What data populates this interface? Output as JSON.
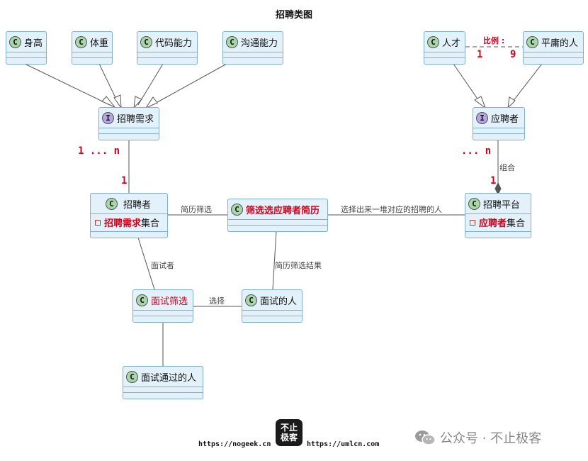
{
  "title": "招聘类图",
  "classes": {
    "height": {
      "badge": "C",
      "label": "身高"
    },
    "weight": {
      "badge": "C",
      "label": "体重"
    },
    "coding": {
      "badge": "C",
      "label": "代码能力"
    },
    "communication": {
      "badge": "C",
      "label": "沟通能力"
    },
    "requirement": {
      "badge": "I",
      "label": "招聘需求"
    },
    "talent": {
      "badge": "C",
      "label": "人才"
    },
    "mediocre": {
      "badge": "C",
      "label": "平庸的人"
    },
    "applicant": {
      "badge": "I",
      "label": "应聘者"
    },
    "recruiter": {
      "badge": "C",
      "label": "招聘者",
      "attr_red": "招聘需求",
      "attr_rest": "集合"
    },
    "screening": {
      "badge": "C",
      "label": "筛选选应聘者简历"
    },
    "platform": {
      "badge": "C",
      "label": "招聘平台",
      "attr_red": "应聘者",
      "attr_rest": "集合"
    },
    "interview_screen": {
      "badge": "C",
      "label": "面试筛选"
    },
    "interviewee": {
      "badge": "C",
      "label": "面试的人"
    },
    "passed": {
      "badge": "C",
      "label": "面试通过的人"
    }
  },
  "multiplicities": {
    "req_top": "1 ... n",
    "req_bottom": "1",
    "app_top": "... n",
    "app_bottom": "1",
    "ratio_left": "1",
    "ratio_right": "9"
  },
  "edge_labels": {
    "ratio": "比例 :",
    "composition": "组合",
    "resume_screen": "简历筛选",
    "select_out": "选择出来一堆对应的招聘的人",
    "interviewer": "面试者",
    "screen_result": "简历筛选结果",
    "choose": "选择"
  },
  "footer": {
    "url_left": "https://nogeek.cn",
    "url_right": "https://umlcn.com",
    "logo_top": "不止",
    "logo_bottom": "极客",
    "wechat_icon": "wechat-icon",
    "account": "公众号 · 不止极客"
  },
  "colors": {
    "node_fill": "#e3f1fb",
    "node_border": "#7fb0d3",
    "class_badge": "#a9d6a8",
    "interface_badge": "#b8a4e4",
    "highlight": "#d0021b"
  }
}
